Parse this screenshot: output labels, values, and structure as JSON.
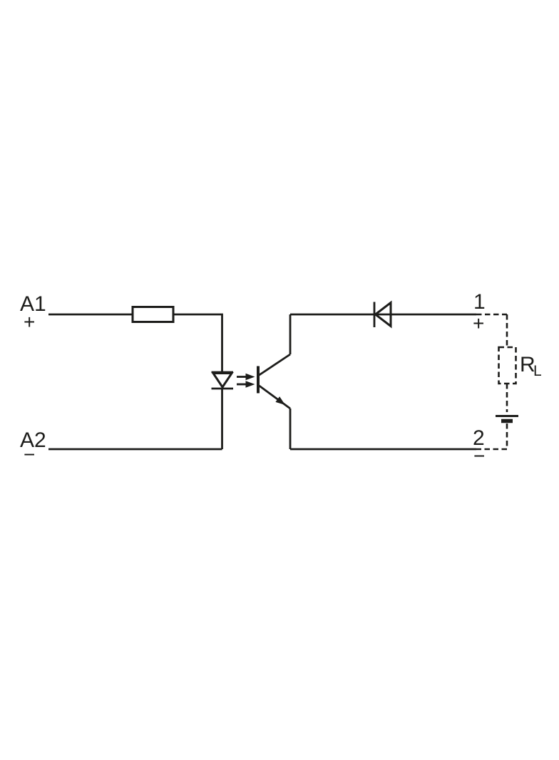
{
  "diagram": {
    "kind": "schematic",
    "description": "Optocoupler solid-state relay circuit: input LED side A1/A2, output phototransistor side with blocking diode, terminals 1/2, and dashed external load circuit with load resistor and battery",
    "colors": {
      "line": "#1d1d1b",
      "background": "#ffffff"
    },
    "labels": {
      "a1": "A1",
      "a1_polarity": "+",
      "a2": "A2",
      "a2_polarity": "−",
      "out1": "1",
      "out1_polarity": "+",
      "out2": "2",
      "out2_polarity": "−",
      "load_resistor_main": "R",
      "load_resistor_sub": "L"
    },
    "symbols": [
      "series-resistor",
      "led",
      "light-arrows",
      "phototransistor",
      "blocking-diode",
      "load-resistor",
      "battery"
    ]
  }
}
